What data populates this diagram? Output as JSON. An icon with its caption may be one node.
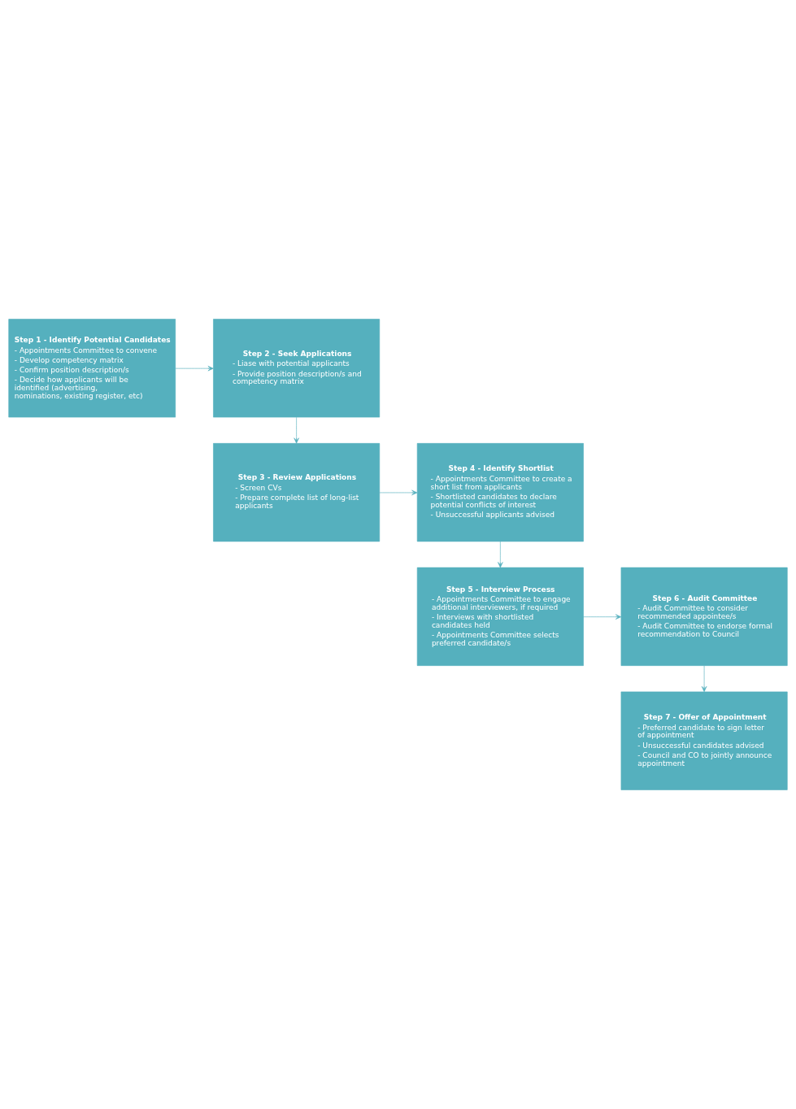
{
  "diagram": {
    "nodes": [
      {
        "text": [
          "Step 1 - Identify Potential Candidates",
          "- Appointments Committee to convene",
          "- Develop competency matrix",
          "- Confirm position description/s",
          "- Decide how applicants will be identified (advertising, nominations, existing register, etc)"
        ]
      },
      {
        "text": [
          "Step 2 - Seek Applications",
          "- Liase with potential applicants",
          "- Provide position description/s and competency matrix"
        ]
      },
      {
        "text": [
          "Step 3 - Review Applications",
          "- Screen CVs",
          "- Prepare complete list of long-list applicants"
        ]
      },
      {
        "text": [
          "Step 4 - Identify Shortlist",
          "- Appointments Committee to create a short list from applicants",
          "- Shortlisted candidates to declare potential conflicts of interest",
          "- Unsuccessful applicants advised"
        ]
      },
      {
        "text": [
          "Step 5 - Interview Process",
          "- Appointments Committee to engage additional interviewers, if required",
          "- Interviews with shortlisted candidates held",
          "- Appointments Committee selects preferred candidate/s"
        ]
      },
      {
        "text": [
          "Step 6 - Audit Committee",
          "- Audit Committee to consider recommended appointee/s",
          "- Audit Committee to endorse formal recommendation to Council"
        ]
      },
      {
        "text": [
          "Step 7 - Offer of Appointment",
          "- Preferred candidate to sign letter of appointment",
          "- Unsuccessful candidates advised",
          "- Council and CO to jointly announce appointment"
        ]
      }
    ],
    "edges": [
      {
        "from": 0,
        "to": 1,
        "arrow": "to"
      },
      {
        "from": 1,
        "to": 2,
        "arrow": "to"
      },
      {
        "from": 2,
        "to": 3,
        "arrow": "to"
      },
      {
        "from": 3,
        "to": 4,
        "arrow": "to"
      },
      {
        "from": 4,
        "to": 5,
        "arrow": "to"
      },
      {
        "from": 5,
        "to": 6,
        "arrow": "to"
      }
    ]
  }
}
